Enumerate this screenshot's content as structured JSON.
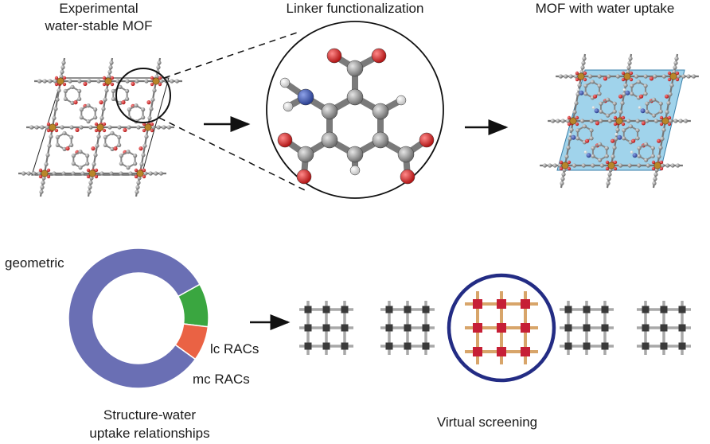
{
  "top_row": {
    "panel1": {
      "title_line1": "Experimental",
      "title_line2": "water-stable MOF"
    },
    "panel2": {
      "title": "Linker functionalization"
    },
    "panel3": {
      "title": "MOF with water uptake"
    }
  },
  "bottom_row": {
    "left": {
      "caption_line1": "Structure-water",
      "caption_line2": "uptake relationships",
      "donut": {
        "slices": [
          {
            "label": "geometric",
            "fraction": 0.82,
            "color": "#6a6fb4"
          },
          {
            "label": "lc RACs",
            "fraction": 0.1,
            "color": "#3aa640"
          },
          {
            "label": "mc RACs",
            "fraction": 0.08,
            "color": "#ea6244"
          }
        ]
      }
    },
    "right": {
      "caption": "Virtual screening"
    }
  },
  "colors": {
    "atom_carbon": "#8a8a8a",
    "atom_oxygen": "#d42828",
    "atom_nitrogen": "#3b55a8",
    "atom_hydrogen": "#f0f0f0",
    "atom_metal": "#b8862a",
    "highlight_plane": "#8fcbe8",
    "selected_node": "#c61f36",
    "selected_linker": "#d8a56a",
    "grid_node": "#3a3a3a",
    "grid_linker": "#a8a8a8",
    "screen_circle": "#232c84"
  }
}
